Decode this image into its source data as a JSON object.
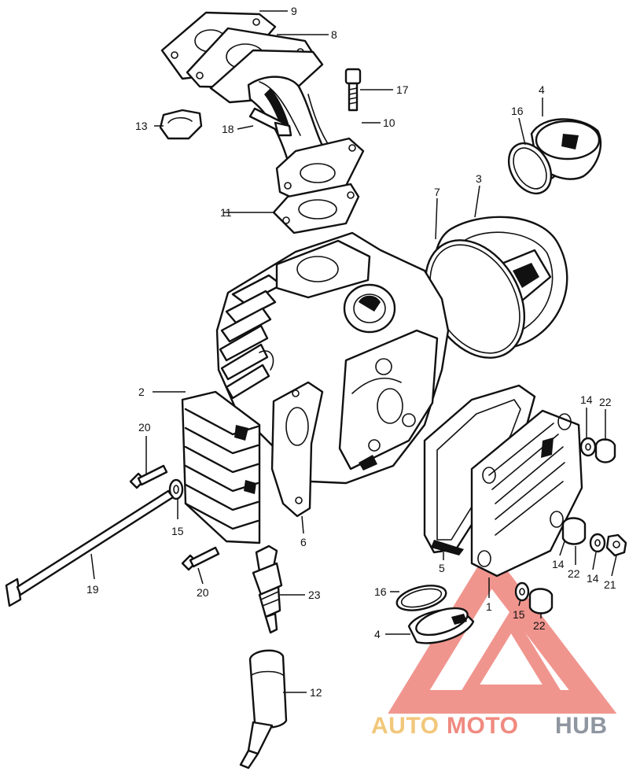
{
  "callouts": {
    "c1": "1",
    "c2": "2",
    "c3": "3",
    "c4a": "4",
    "c4b": "4",
    "c5": "5",
    "c6": "6",
    "c7": "7",
    "c8": "8",
    "c9": "9",
    "c10": "10",
    "c11": "11",
    "c12": "12",
    "c13": "13",
    "c14a": "14",
    "c14b": "14",
    "c14c": "14",
    "c15a": "15",
    "c15b": "15",
    "c16a": "16",
    "c16b": "16",
    "c17": "17",
    "c18": "18",
    "c19": "19",
    "c20a": "20",
    "c20b": "20",
    "c21": "21",
    "c22a": "22",
    "c22b": "22",
    "c22c": "22",
    "c23": "23"
  },
  "watermark": {
    "part_auto": "AUTO",
    "part_moto": "MOTO",
    "part_hub": "HUB",
    "colors": {
      "auto": "#f2c77a",
      "moto": "#f08a80",
      "hub": "#8f96a0",
      "logo": "#e8554a"
    }
  }
}
